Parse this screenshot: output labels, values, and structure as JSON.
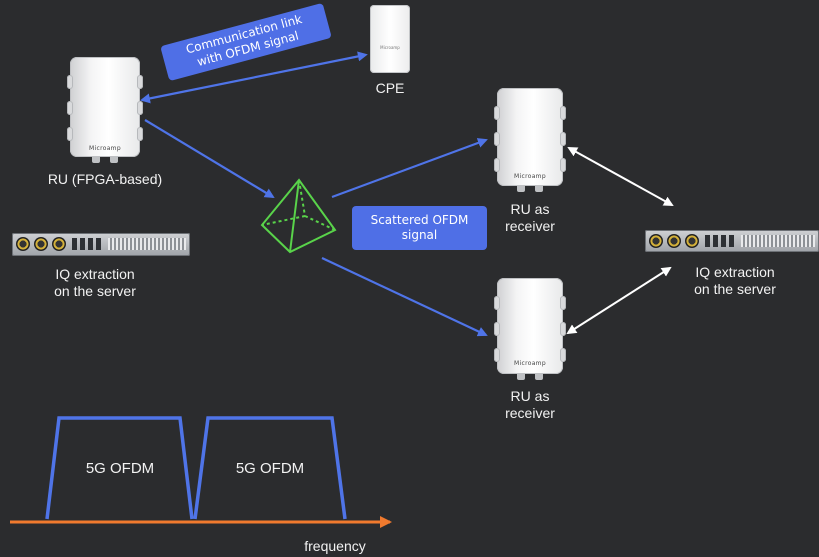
{
  "labels": {
    "cpe": "CPE",
    "ru_fpga": "RU (FPGA-based)",
    "iq_left_line1": "IQ extraction",
    "iq_left_line2": "on the server",
    "ru_receiver_top_line1": "RU as",
    "ru_receiver_top_line2": "receiver",
    "ru_receiver_bottom_line1": "RU as",
    "ru_receiver_bottom_line2": "receiver",
    "iq_right_line1": "IQ extraction",
    "iq_right_line2": "on the server",
    "spectrum_block_1": "5G OFDM",
    "spectrum_block_2": "5G OFDM",
    "frequency_axis": "frequency"
  },
  "tags": {
    "comm_link_line1": "Communication link",
    "comm_link_line2": "with OFDM signal",
    "scattered_line1": "Scattered OFDM",
    "scattered_line2": "signal"
  },
  "device_brand": "Microamp",
  "colors": {
    "background": "#2b2c2e",
    "link_blue": "#4f74e8",
    "tag_blue": "#4f6fe6",
    "target_green": "#59d34a",
    "server_link_white": "#ffffff",
    "spectrum_blue": "#4f74e8",
    "frequency_axis_orange": "#f07a2e"
  }
}
